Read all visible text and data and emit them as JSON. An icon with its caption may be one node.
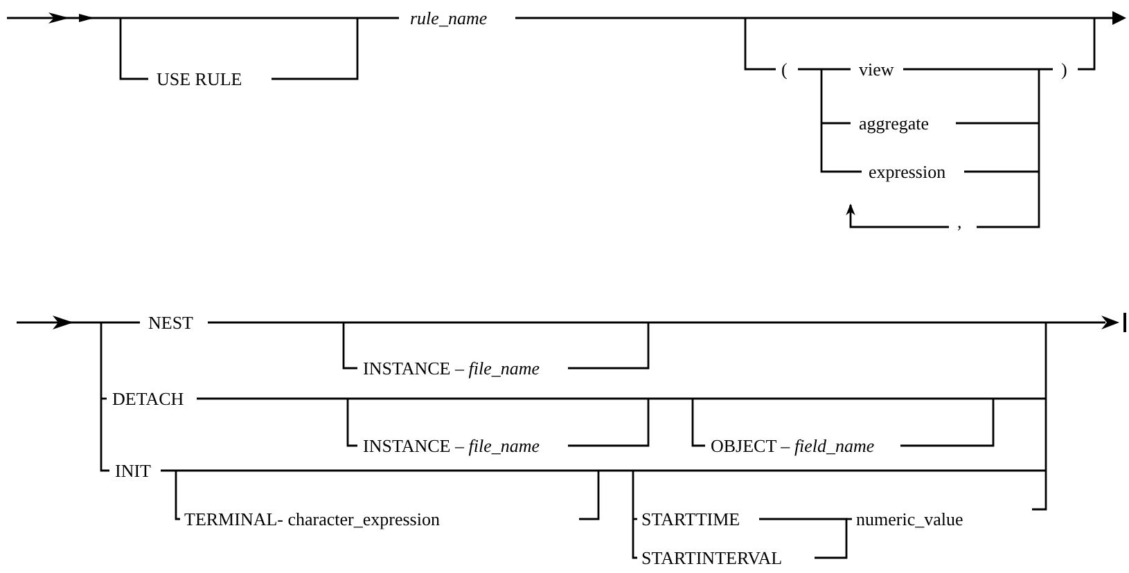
{
  "diagram": {
    "labels": [
      "USE RULE",
      "rule_name",
      "(",
      "view",
      ")",
      "aggregate",
      "expression",
      ",",
      "NEST",
      "INSTANCE – *file_name*",
      "DETACH",
      "INSTANCE – *file_name*",
      "OBJECT – *field_name*",
      "INIT",
      "TERMINAL- character_expression",
      "STARTTIME",
      "numeric_value",
      "STARTINTERVAL"
    ]
  }
}
